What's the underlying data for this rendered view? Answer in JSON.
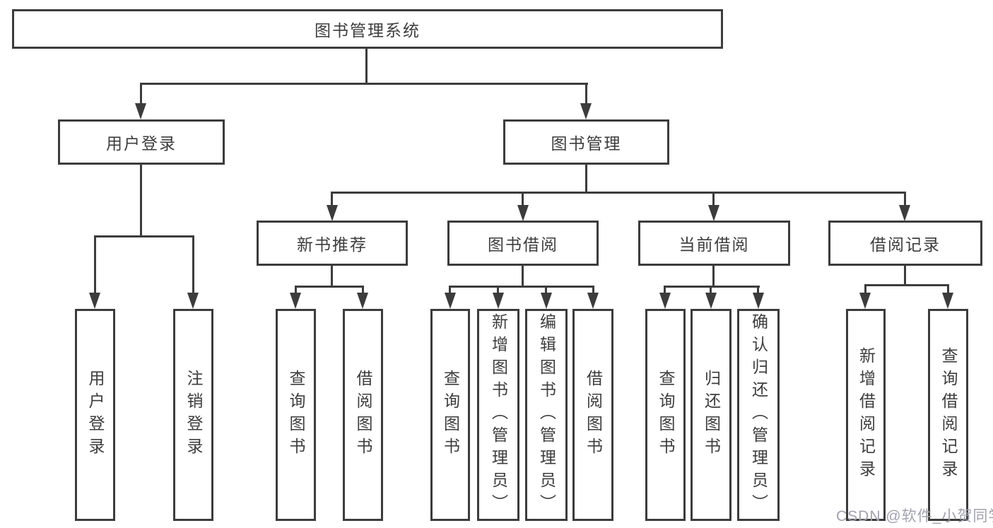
{
  "diagram": {
    "root": {
      "label": "图书管理系统"
    },
    "user_login": {
      "label": "用户登录",
      "children": [
        {
          "label": "用户登录"
        },
        {
          "label": "注销登录"
        }
      ]
    },
    "book_mgmt": {
      "label": "图书管理",
      "sections": [
        {
          "label": "新书推荐",
          "children": [
            {
              "label": "查询图书"
            },
            {
              "label": "借阅图书"
            }
          ]
        },
        {
          "label": "图书借阅",
          "children": [
            {
              "label": "查询图书"
            },
            {
              "label": "新增图书（管理员）"
            },
            {
              "label": "编辑图书（管理员）"
            },
            {
              "label": "借阅图书"
            }
          ]
        },
        {
          "label": "当前借阅",
          "children": [
            {
              "label": "查询图书"
            },
            {
              "label": "归还图书"
            },
            {
              "label": "确认归还（管理员）"
            }
          ]
        },
        {
          "label": "借阅记录",
          "children": [
            {
              "label": "新增借阅记录"
            },
            {
              "label": "查询借阅记录"
            }
          ]
        }
      ]
    },
    "colors": {
      "line": "#3c3c3c",
      "text": "#3d3d3d",
      "background": "#ffffff",
      "watermark": "#a2a2b0"
    }
  },
  "watermark": {
    "text": "CSDN @软件_小贺同学"
  }
}
